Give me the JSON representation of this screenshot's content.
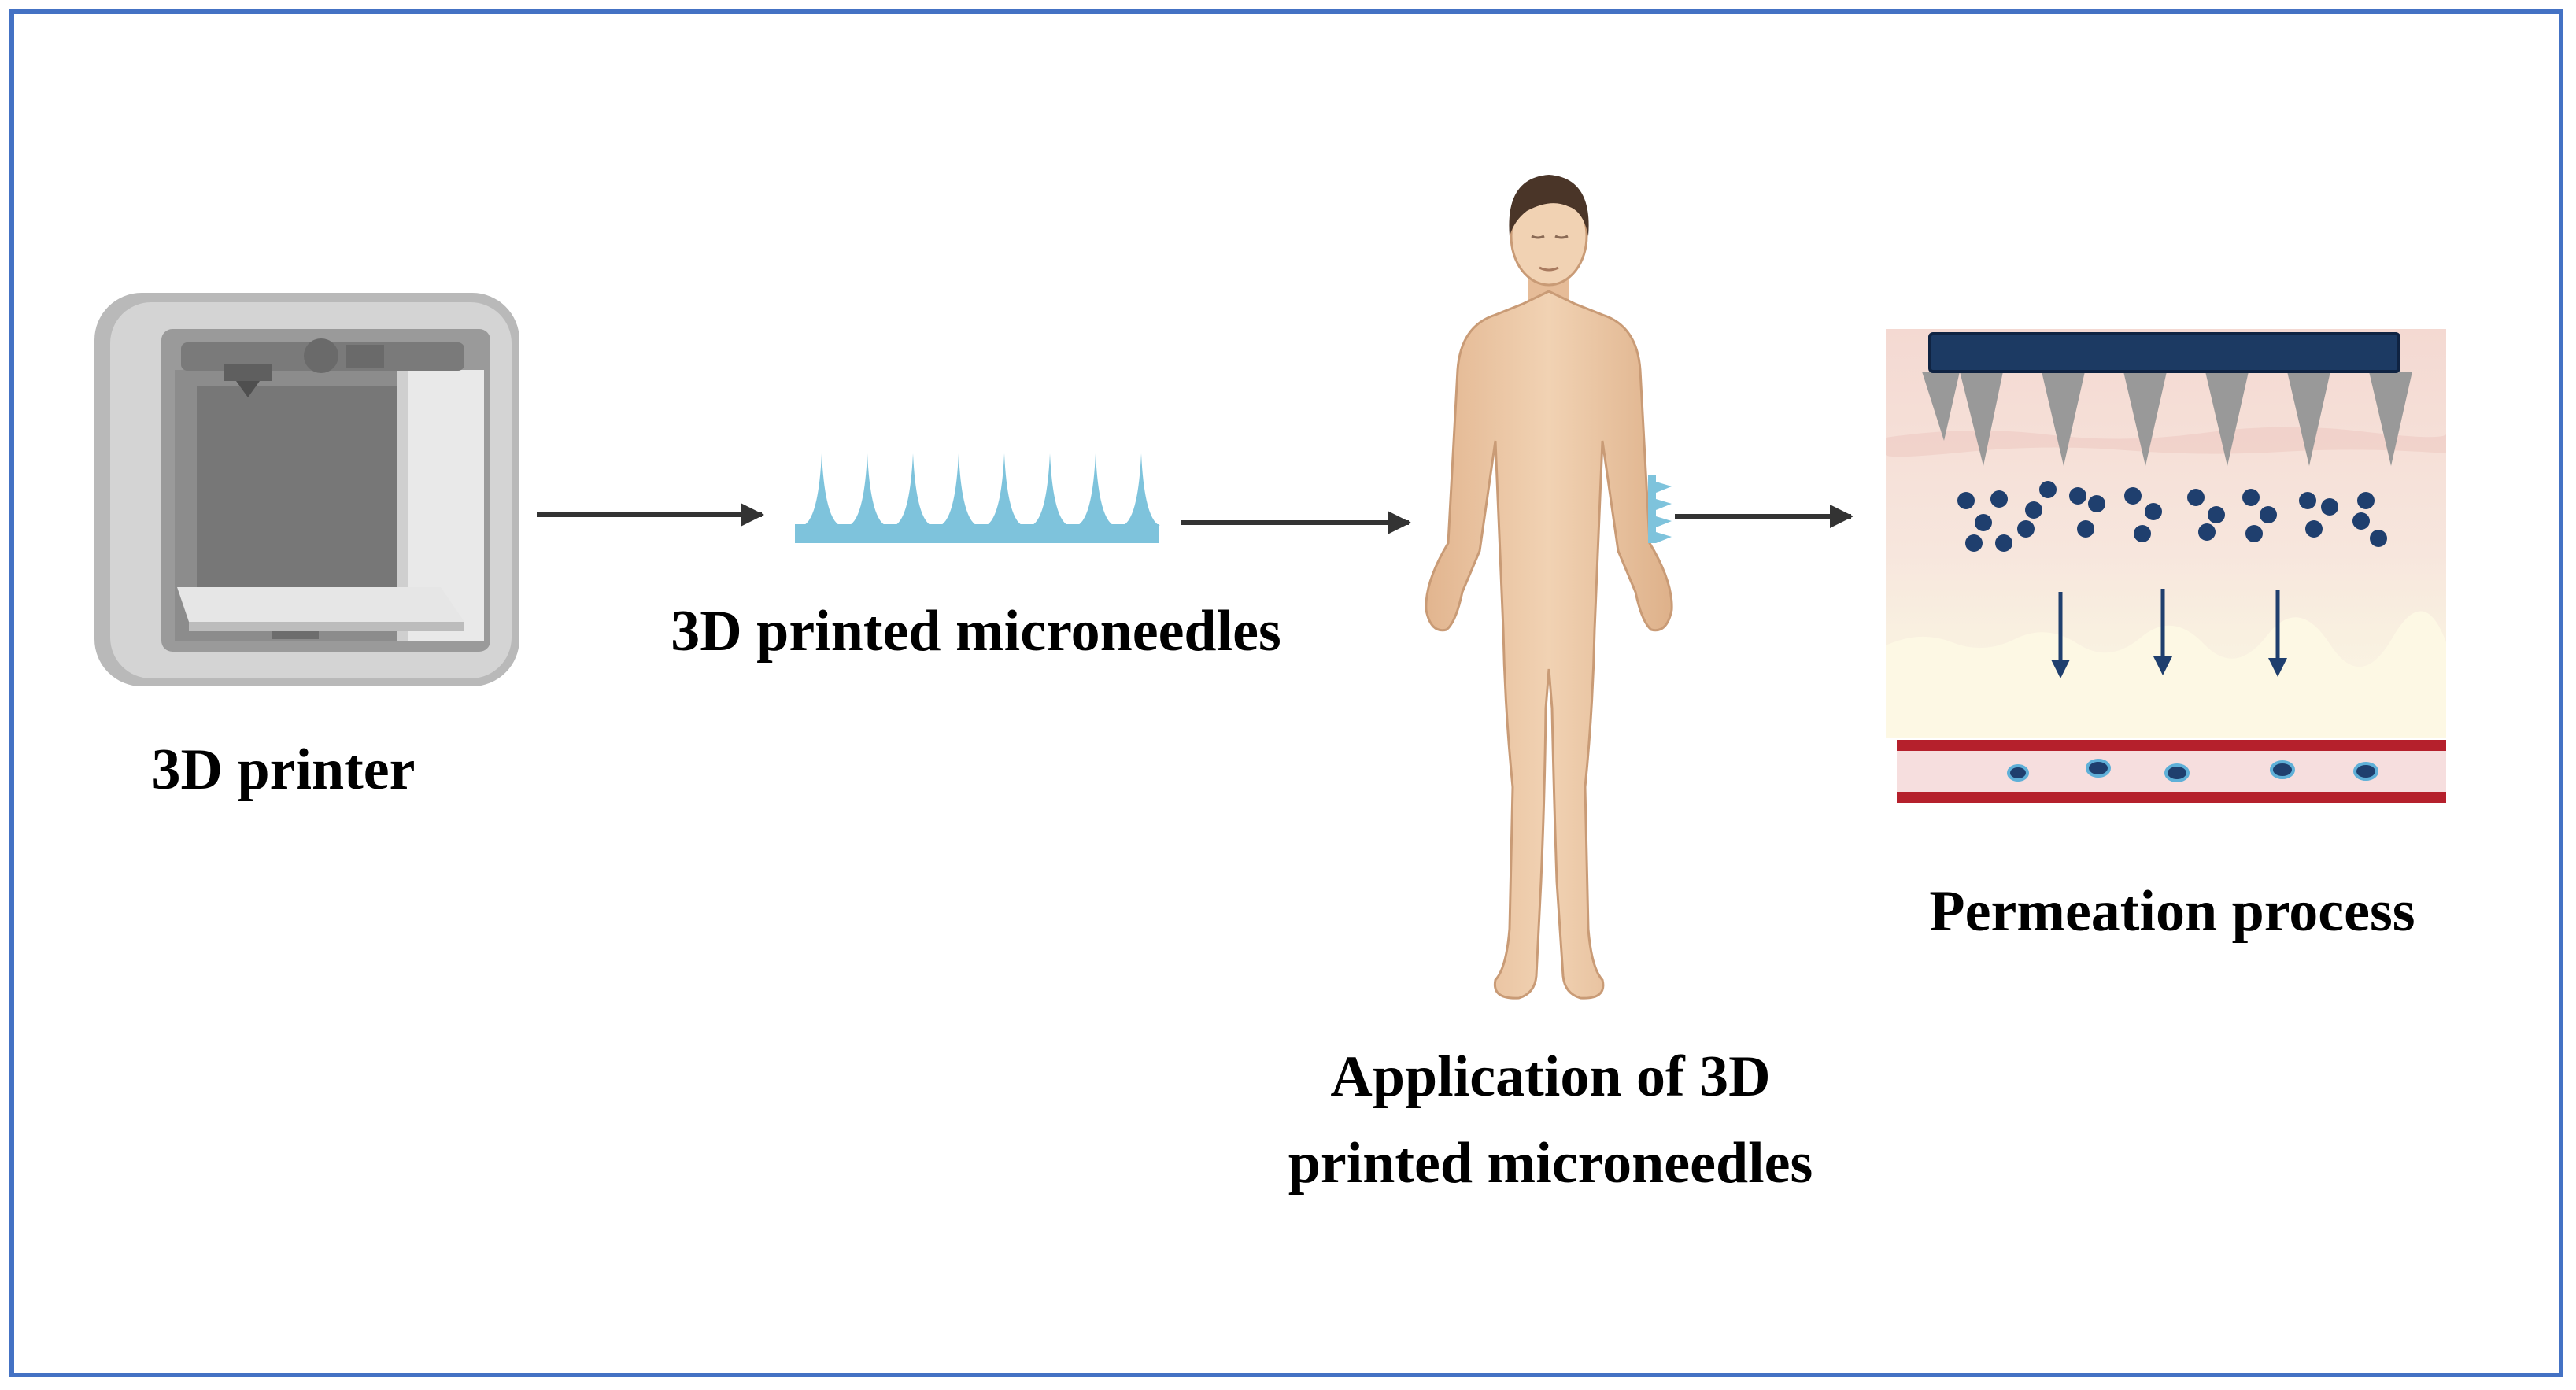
{
  "steps": [
    {
      "label": "3D printer",
      "icon": "3d-printer-icon"
    },
    {
      "label": "3D printed microneedles",
      "icon": "microneedle-array-icon"
    },
    {
      "label_line1": "Application of 3D",
      "label_line2": "printed microneedles",
      "icon": "human-body-icon"
    },
    {
      "label": "Permeation process",
      "icon": "skin-permeation-icon"
    }
  ],
  "colors": {
    "frame": "#4472c4",
    "arrow": "#333333",
    "needle": "#7ec3dc",
    "skin_body": "#ecc8a6",
    "patch": "#1c3a63",
    "drug_particle": "#1f3f6e",
    "blood_vessel": "#b5202c"
  }
}
